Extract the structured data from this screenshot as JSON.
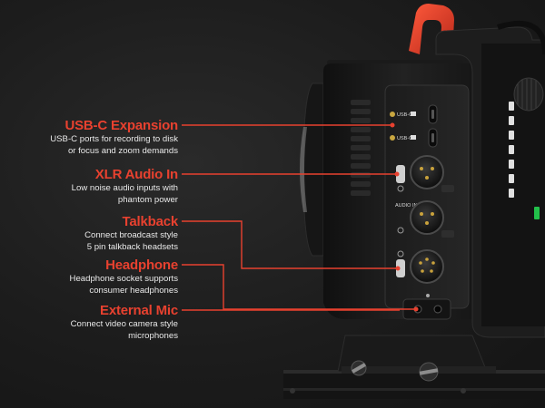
{
  "callouts": {
    "usbc": {
      "title": "USB-C Expansion",
      "lines": [
        "USB-C ports for recording to disk",
        "or focus and zoom demands"
      ]
    },
    "xlr": {
      "title": "XLR Audio In",
      "lines": [
        "Low noise audio inputs with",
        "phantom power"
      ]
    },
    "talk": {
      "title": "Talkback",
      "lines": [
        "Connect broadcast style",
        "5 pin talkback headsets"
      ]
    },
    "phone": {
      "title": "Headphone",
      "lines": [
        "Headphone socket supports",
        "consumer headphones"
      ]
    },
    "extmic": {
      "title": "External Mic",
      "lines": [
        "Connect video camera style",
        "microphones"
      ]
    }
  },
  "camera_labels": {
    "usbc_1": "USB-C",
    "usbc_2": "USB-C",
    "audio_in": "AUDIO IN"
  },
  "colors": {
    "accent": "#e8412f",
    "handle": "#d9351f",
    "body": "#1e1e1e",
    "text": "#e9e9e9"
  }
}
